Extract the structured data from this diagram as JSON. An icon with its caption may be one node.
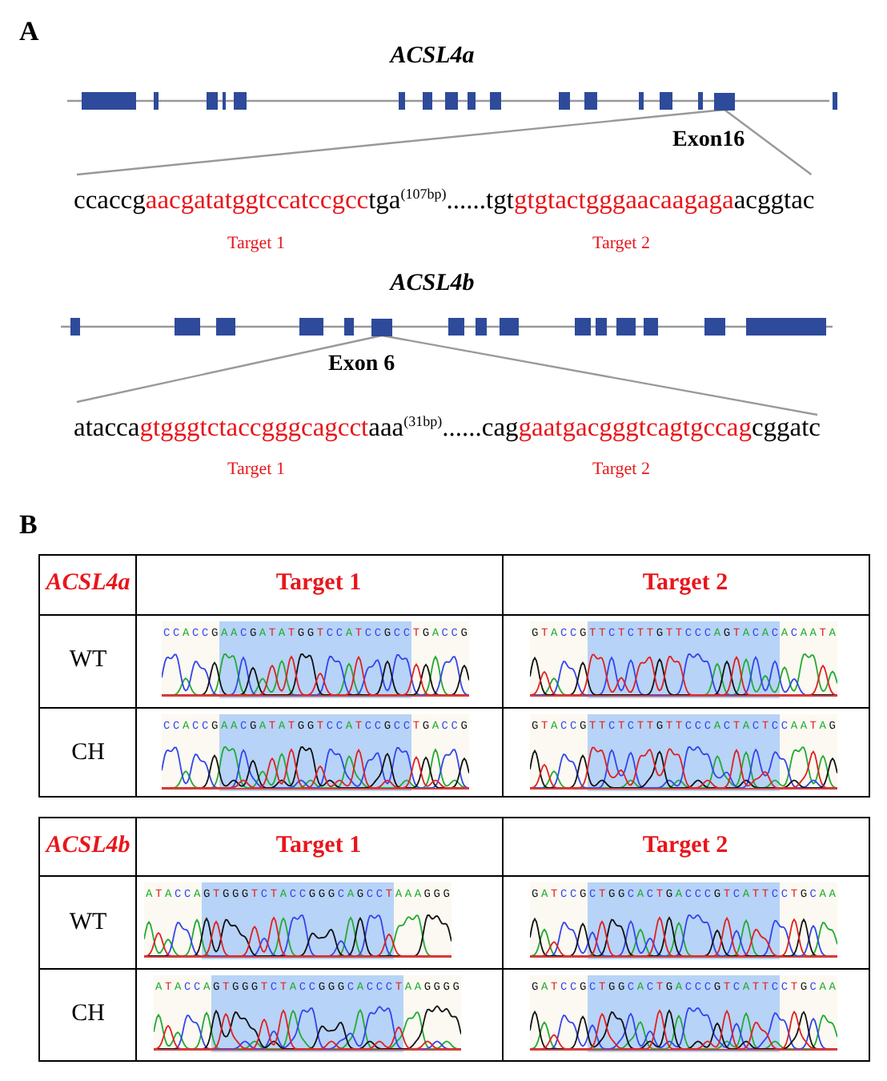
{
  "diagram": {
    "nodes": [
      {
        "text": [],
        "shape": "box",
        "beside": [
          "Exon16"
        ]
      },
      {
        "text": [
          "ccaccg",
          "aacgatatggtccatccgcc",
          "tga$^{(107bp)}$......tgt",
          "gtgtactgggaacaagaga",
          "acggtac"
        ]
      },
      {
        "text": [],
        "shape": "box",
        "beside": [
          "Exon 6"
        ]
      },
      {
        "text": [
          "atacca",
          "gtgggtctaccgggcagcct",
          "aaa$^{(31bp)}$......cag",
          "gaatgacgggtcagtgccag",
          "cggatc"
        ]
      }
    ],
    "edges": [
      {
        "from": 0,
        "to": 1,
        "arrow": "none"
      },
      {
        "from": 0,
        "to": 1,
        "arrow": "none"
      },
      {
        "from": 2,
        "to": 3,
        "arrow": "none"
      },
      {
        "from": 2,
        "to": 3,
        "arrow": "none"
      }
    ],
    "labels": [
      "A",
      "ACSL4a",
      "Target 1",
      "Target 2",
      "ACSL4b",
      "Target 1",
      "Target 2",
      "B",
      "ACSL4a",
      "Target 1",
      "Target 2",
      "WT",
      "CCACCGAACGATATGGTCCATCCGCCTGACCG",
      "GTACCGTTCTCTTGTTCCCAGTACACACAATA",
      "CH",
      "CCACCGAACGATATGGTCCATCCGCCTGACCG",
      "GTACCGTTCTCTTGTTCCCACTACTCCAATAG",
      "ACSL4b",
      "Target 1",
      "Target 2",
      "WT",
      "ATACCAGTGGGTCTACCGGGCAGCCTAAAGGG",
      "GATCCGCTGGCACTGACCCGTCATTCCTGCAA",
      "CH",
      "ATACCAGTGGGTCTACCGGGCACCCTAAGGGG",
      "GATCCGCTGGCACTGACCCGTCATTCCTGCAA"
    ]
  }
}
